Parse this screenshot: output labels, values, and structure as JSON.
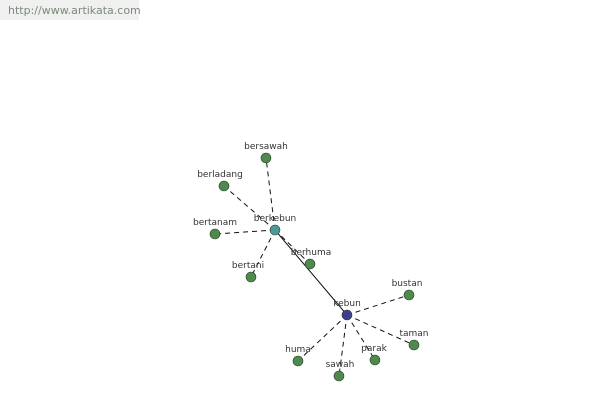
{
  "source": {
    "url": "http://www.artikata.com"
  },
  "graph": {
    "colors": {
      "root": "#3b3f8c",
      "hub": "#4c9a96",
      "leaf": "#4e8a4e",
      "edge": "#111111",
      "label": "#333333"
    },
    "nodes": [
      {
        "id": "kebun",
        "label": "kebun",
        "role": "root"
      },
      {
        "id": "berkebun",
        "label": "berkebun",
        "role": "hub"
      },
      {
        "id": "bersawah",
        "label": "bersawah",
        "role": "leaf"
      },
      {
        "id": "berladang",
        "label": "berladang",
        "role": "leaf"
      },
      {
        "id": "bertanam",
        "label": "bertanam",
        "role": "leaf"
      },
      {
        "id": "bertani",
        "label": "bertani",
        "role": "leaf"
      },
      {
        "id": "berhuma",
        "label": "berhuma",
        "role": "leaf"
      },
      {
        "id": "bustan",
        "label": "bustan",
        "role": "leaf"
      },
      {
        "id": "taman",
        "label": "taman",
        "role": "leaf"
      },
      {
        "id": "parak",
        "label": "parak",
        "role": "leaf"
      },
      {
        "id": "sawah",
        "label": "sawah",
        "role": "leaf"
      },
      {
        "id": "huma",
        "label": "huma",
        "role": "leaf"
      }
    ],
    "edges": [
      {
        "from": "kebun",
        "to": "berkebun",
        "style": "solid"
      },
      {
        "from": "berkebun",
        "to": "bersawah",
        "style": "dashed"
      },
      {
        "from": "berkebun",
        "to": "berladang",
        "style": "dashed"
      },
      {
        "from": "berkebun",
        "to": "bertanam",
        "style": "dashed"
      },
      {
        "from": "berkebun",
        "to": "bertani",
        "style": "dashed"
      },
      {
        "from": "berkebun",
        "to": "berhuma",
        "style": "dashed"
      },
      {
        "from": "kebun",
        "to": "bustan",
        "style": "dashed"
      },
      {
        "from": "kebun",
        "to": "taman",
        "style": "dashed"
      },
      {
        "from": "kebun",
        "to": "parak",
        "style": "dashed"
      },
      {
        "from": "kebun",
        "to": "sawah",
        "style": "dashed"
      },
      {
        "from": "kebun",
        "to": "huma",
        "style": "dashed"
      }
    ]
  }
}
